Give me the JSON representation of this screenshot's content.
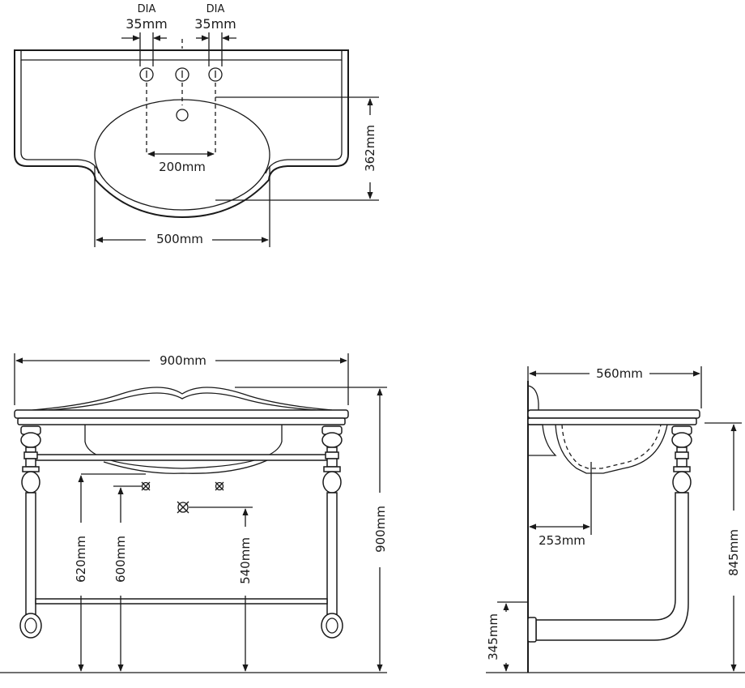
{
  "top_view": {
    "tap_hole_left": {
      "type": "DIA",
      "size": "35mm"
    },
    "tap_hole_right": {
      "type": "DIA",
      "size": "35mm"
    },
    "tap_spacing": "200mm",
    "bowl_depth": "362mm",
    "bowl_width": "500mm"
  },
  "front_view": {
    "overall_width": "900mm",
    "overall_height": "900mm",
    "waste_height_1": "620mm",
    "waste_height_2": "600mm",
    "waste_height_3": "540mm"
  },
  "side_view": {
    "overall_depth": "560mm",
    "waste_offset": "253mm",
    "rim_height": "845mm",
    "shelf_height": "345mm"
  }
}
